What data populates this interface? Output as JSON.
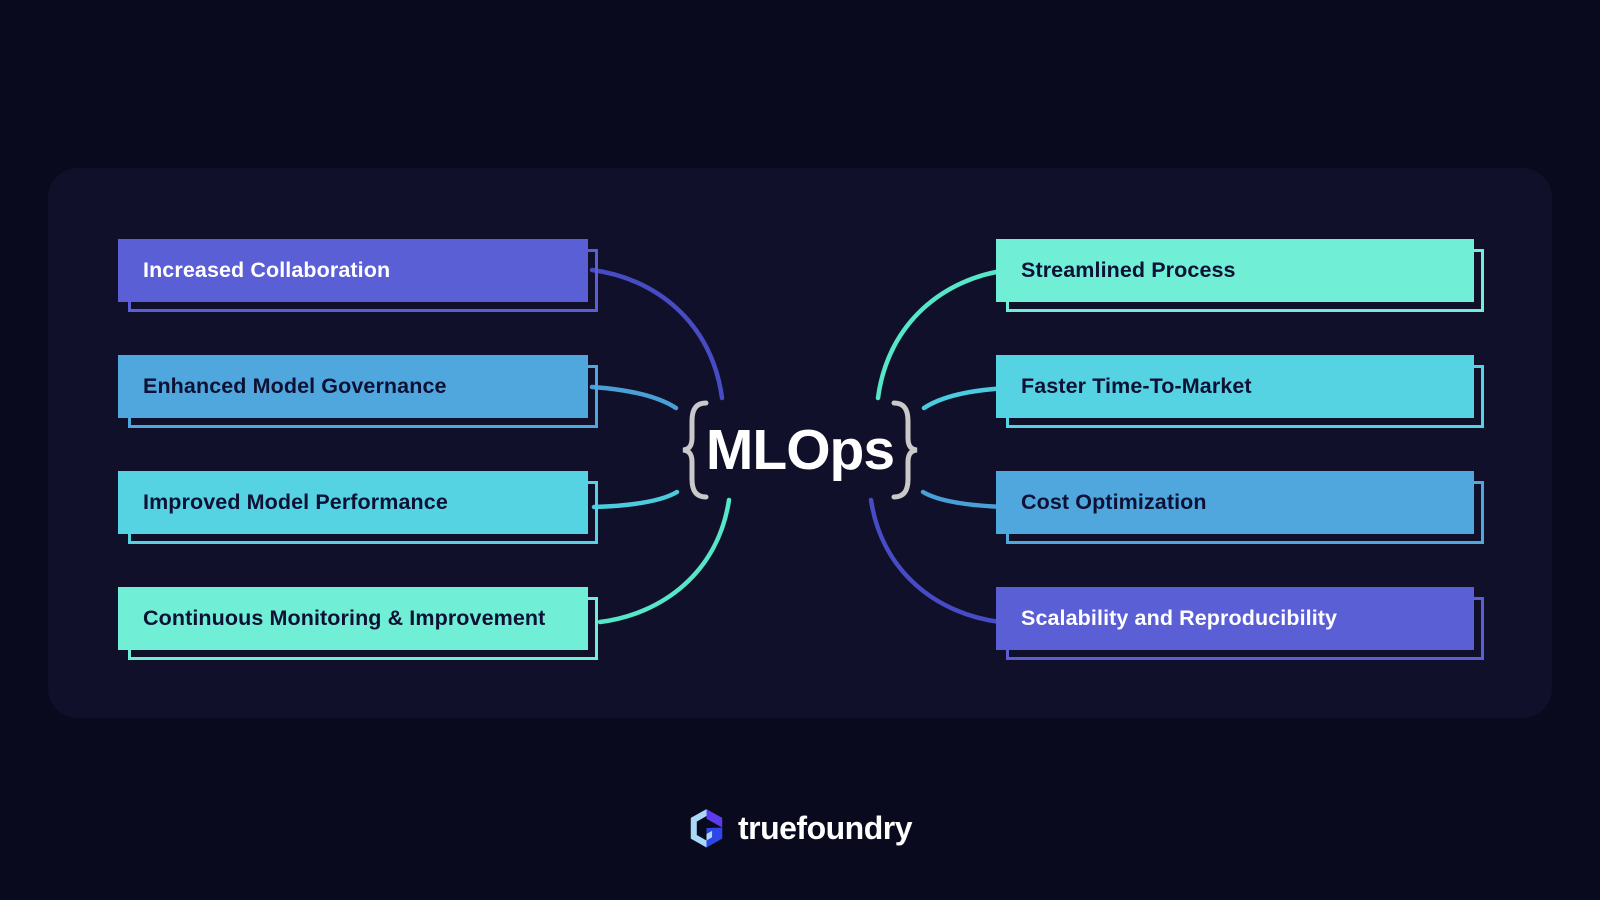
{
  "center": {
    "title": "MLOps",
    "left_brace": "{",
    "right_brace": "}"
  },
  "left_items": [
    {
      "label": "Increased Collaboration",
      "fill": "#5B5FD6",
      "text": "#FFFFFF",
      "line": "#474CC4"
    },
    {
      "label": "Enhanced Model Governance",
      "fill": "#4FA7DD",
      "text": "#0E1134",
      "line": "#49A0D6"
    },
    {
      "label": "Improved Model Performance",
      "fill": "#55D3E3",
      "text": "#0E1134",
      "line": "#4DCBDE"
    },
    {
      "label": "Continuous Monitoring & Improvement",
      "fill": "#71EED6",
      "text": "#0E1134",
      "line": "#55E7C8"
    }
  ],
  "right_items": [
    {
      "label": "Streamlined Process",
      "fill": "#71EED6",
      "text": "#0E1134",
      "line": "#55E7C8"
    },
    {
      "label": "Faster Time-To-Market",
      "fill": "#55D3E3",
      "text": "#0E1134",
      "line": "#4DCBDE"
    },
    {
      "label": "Cost Optimization",
      "fill": "#4FA7DD",
      "text": "#0E1134",
      "line": "#49A0D6"
    },
    {
      "label": "Scalability and Reproducibility",
      "fill": "#5B5FD6",
      "text": "#FFFFFF",
      "line": "#474CC4"
    }
  ],
  "footer": {
    "brand": "truefoundry",
    "logo_icon": "truefoundry-cube-icon"
  },
  "colors": {
    "background": "#0A0A1E",
    "panel": "#10102B",
    "brace": "#C9C9C9",
    "title_text": "#FFFFFF",
    "logo_light_blue": "#A9D9F8",
    "logo_purple": "#5B3BEB",
    "logo_royal_blue": "#2E46E8"
  }
}
